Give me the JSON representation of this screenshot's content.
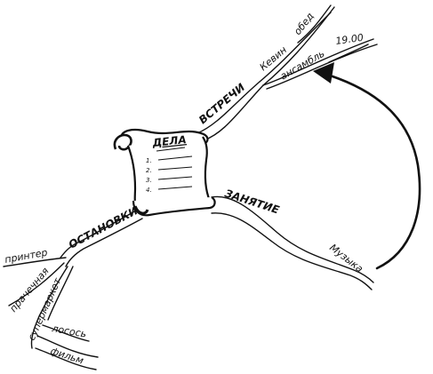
{
  "colors": {
    "ink": "#111111",
    "paper": "#ffffff"
  },
  "center": {
    "title": "ДЕЛА",
    "list_numbers": [
      "1.",
      "2.",
      "3.",
      "4."
    ]
  },
  "branches": {
    "meetings": {
      "label": "ВСТРЕЧИ",
      "children": {
        "kevin": "Кевин",
        "lunch": "обед",
        "ensemble": "ансамбль",
        "time": "19.00"
      }
    },
    "activity": {
      "label": "ЗАНЯТИЕ",
      "children": {
        "music": "Музыка"
      }
    },
    "stops": {
      "label": "ОСТАНОВКИ",
      "children": {
        "printer": "принтер",
        "laundry": "прачечная",
        "supermarket": "супермаркет",
        "salmon": "лосось",
        "film": "фильм"
      }
    }
  }
}
